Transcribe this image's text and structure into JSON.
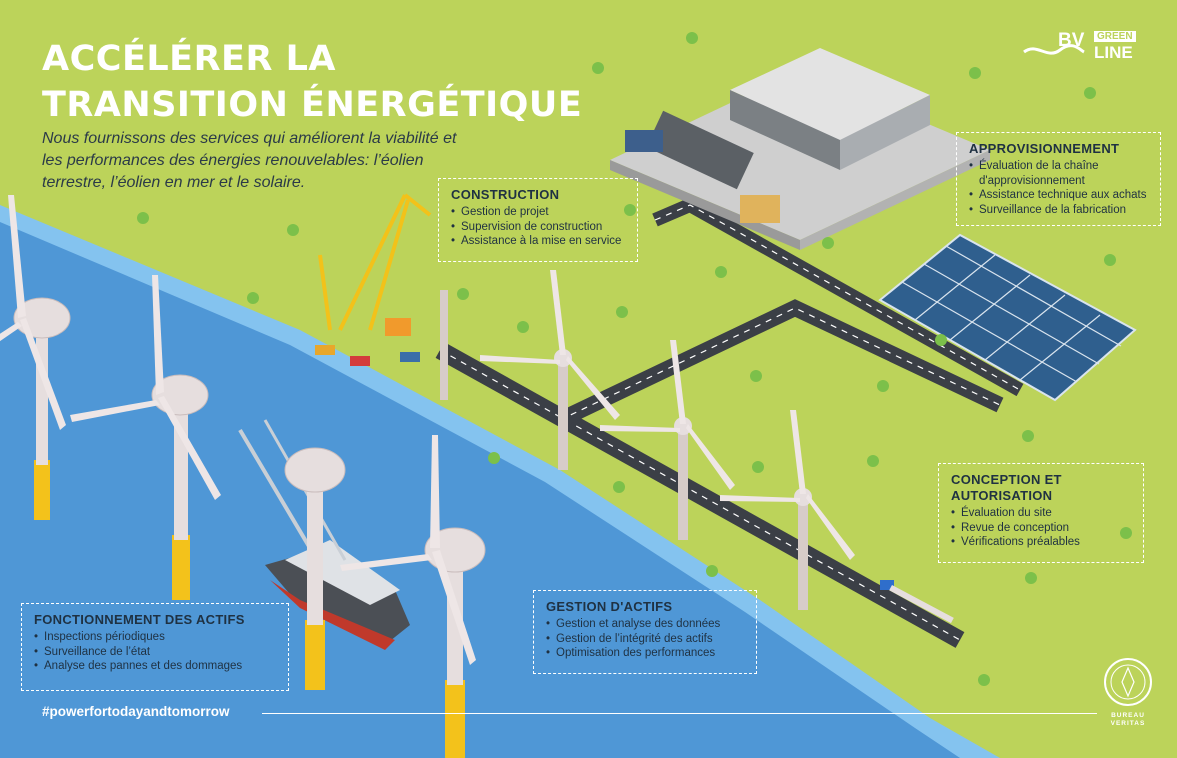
{
  "header": {
    "title_line1": "ACCÉLÉRER LA",
    "title_line2": "TRANSITION ÉNERGÉTIQUE",
    "subtitle": "Nous fournissons des services qui améliorent la viabilité et les performances des énergies renouvelables: l’éolien terrestre, l’éolien en mer et le solaire."
  },
  "brand": {
    "logo_bv": "BV",
    "logo_green": "GREEN",
    "logo_line": "LINE",
    "seal_line1": "BUREAU",
    "seal_line2": "VERITAS"
  },
  "sections": {
    "construction": {
      "title": "CONSTRUCTION",
      "items": [
        "Gestion de projet",
        "Supervision de construction",
        "Assistance à la mise en service"
      ]
    },
    "approvisionnement": {
      "title": "APPROVISIONNEMENT",
      "items": [
        "Évaluation de la chaîne d'approvisionnement",
        "Assistance technique aux achats",
        "Surveillance de la fabrication"
      ]
    },
    "conception": {
      "title_line1": "CONCEPTION ET",
      "title_line2": "AUTORISATION",
      "items": [
        "Évaluation du site",
        "Revue de conception",
        "Vérifications préalables"
      ]
    },
    "gestion": {
      "title": "GESTION D'ACTIFS",
      "items": [
        "Gestion et analyse des données",
        "Gestion de l’intégrité des actifs",
        "Optimisation des performances"
      ]
    },
    "fonctionnement": {
      "title": "FONCTIONNEMENT DES ACTIFS",
      "items": [
        "Inspections périodiques",
        "Surveillance de l’état",
        "Analyse des pannes et des dommages"
      ]
    }
  },
  "hashtag": "#powerfortodayandtomorrow",
  "colors": {
    "land": "#bcd35a",
    "sea": "#6cb2e6",
    "sea_deep": "#4f97d6",
    "text_dark": "#1f3142",
    "turbine": "#e6dede",
    "accent_blue": "#2f6ecb",
    "accent_yellow": "#f3c21b"
  }
}
